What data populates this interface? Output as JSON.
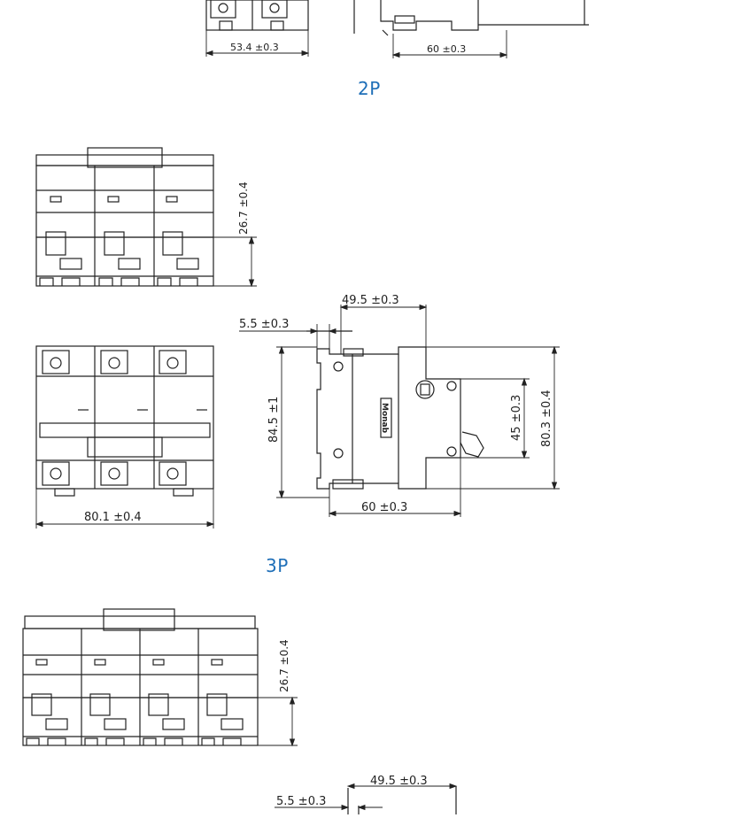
{
  "sections": {
    "two_pole": "2P",
    "three_pole": "3P"
  },
  "dims": {
    "top_width": "53.4 ±0.3",
    "top_depth": "60 ±0.3",
    "p2_side_height": "26.7 ±0.4",
    "p2_top_offset": "49.5 ±0.3",
    "p2_lip": "5.5 ±0.3",
    "p2_total_height": "84.5 ±1",
    "p2_inner_height": "45 ±0.3",
    "p2_right_height": "80.3 ±0.4",
    "p2_depth": "60 ±0.3",
    "p2_width": "80.1 ±0.4",
    "p3_side_height": "26.7 ±0.4",
    "p3_top_offset": "49.5 ±0.3",
    "p3_lip": "5.5 ±0.3"
  },
  "side_view": {
    "brand_text": "Monab"
  },
  "colors": {
    "label_blue": "#1f6fb8",
    "line": "#222222"
  }
}
